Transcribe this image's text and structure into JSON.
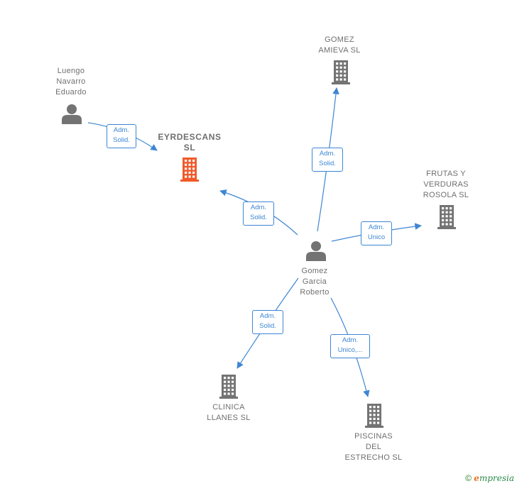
{
  "colors": {
    "edge": "#3d86d3",
    "icon_default": "#737373",
    "icon_focus": "#f05a28"
  },
  "nodes": {
    "luengo": {
      "label_lines": [
        "Luengo",
        "Navarro",
        "Eduardo"
      ],
      "icon": "person-icon"
    },
    "eyrdescans": {
      "label_lines": [
        "EYRDESCANS",
        "SL"
      ],
      "icon": "building-icon",
      "focus": true
    },
    "gomez_amieva": {
      "label_lines": [
        "GOMEZ",
        "AMIEVA  SL"
      ],
      "icon": "building-icon"
    },
    "frutas": {
      "label_lines": [
        "FRUTAS Y",
        "VERDURAS",
        "ROSOLA  SL"
      ],
      "icon": "building-icon"
    },
    "roberto": {
      "label_lines": [
        "Gomez",
        "Garcia",
        "Roberto"
      ],
      "icon": "person-icon"
    },
    "clinica": {
      "label_lines": [
        "CLINICA",
        "LLANES  SL"
      ],
      "icon": "building-icon"
    },
    "piscinas": {
      "label_lines": [
        "PISCINAS",
        "DEL",
        "ESTRECHO  SL"
      ],
      "icon": "building-icon"
    }
  },
  "edges": {
    "luengo_eyrdescans": {
      "lines": [
        "Adm.",
        "Solid."
      ]
    },
    "roberto_eyrdescans": {
      "lines": [
        "Adm.",
        "Solid."
      ]
    },
    "roberto_gomez": {
      "lines": [
        "Adm.",
        "Solid."
      ]
    },
    "roberto_frutas": {
      "lines": [
        "Adm.",
        "Unico"
      ]
    },
    "roberto_clinica": {
      "lines": [
        "Adm.",
        "Solid."
      ]
    },
    "roberto_piscinas": {
      "lines": [
        "Adm.",
        "Unico,..."
      ]
    }
  },
  "footer": {
    "copyright": "©",
    "brand_e": "e",
    "brand_rest": "mpresia"
  }
}
